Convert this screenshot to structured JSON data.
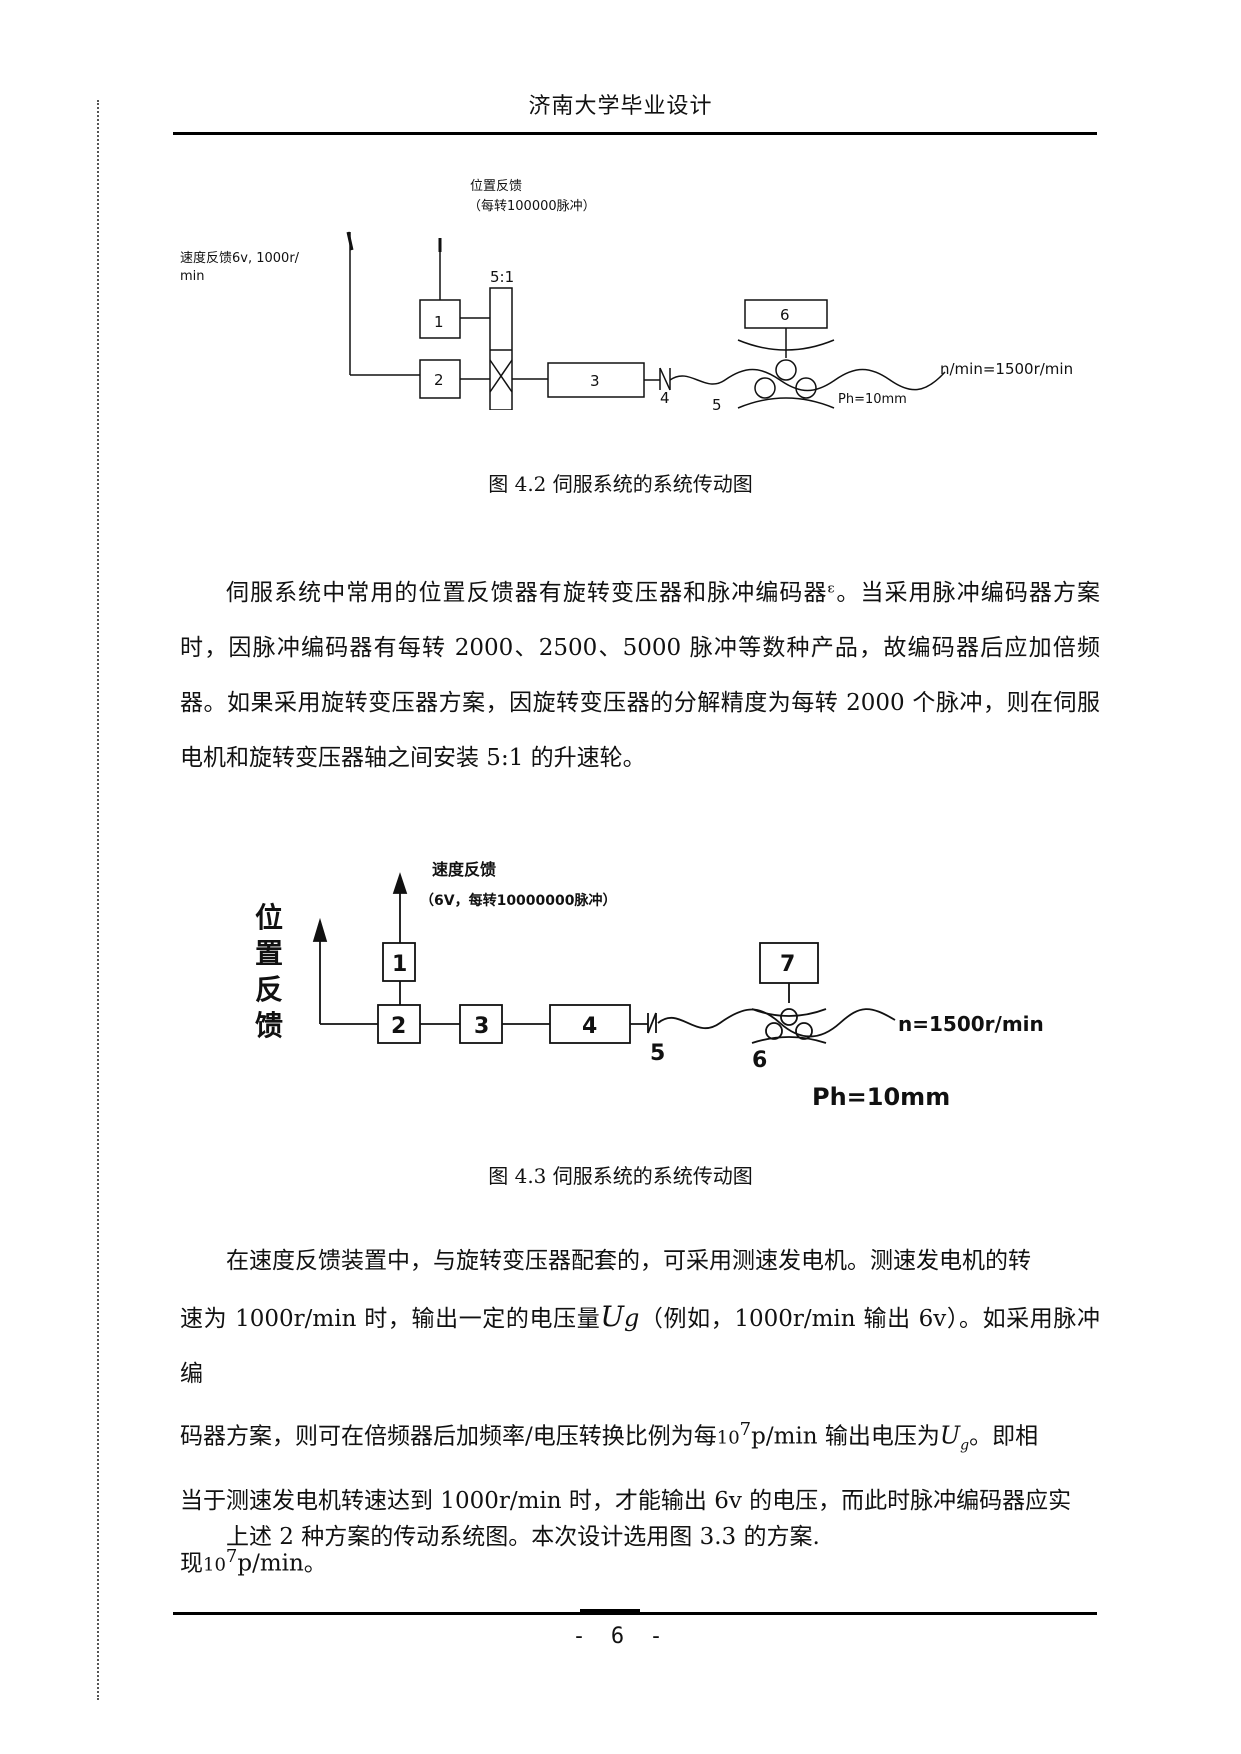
{
  "header": {
    "title": "济南大学毕业设计"
  },
  "figure1": {
    "label_position": "位置反馈",
    "label_position_sub": "（每转100000脉冲）",
    "label_speed_1": "速度反馈6v, 1000r/",
    "label_speed_2": "min",
    "label_ratio": "5:1",
    "box_1": "1",
    "box_2": "2",
    "box_3": "3",
    "box_6": "6",
    "label_4": "4",
    "label_5": "5",
    "label_speed_out": "n/min=1500r/min",
    "label_ph": "Ph=10mm",
    "caption": "图 4.2  伺服系统的系统传动图"
  },
  "para1": "伺服系统中常用的位置反馈器有旋转变压器和脉冲编码器ᵋ。当采用脉冲编码器方案时，因脉冲编码器有每转 2000、2500、5000 脉冲等数种产品，故编码器后应加倍频器。如果采用旋转变压器方案，因旋转变压器的分解精度为每转 2000 个脉冲，则在伺服电机和旋转变压器轴之间安装 5:1 的升速轮。",
  "figure2": {
    "label_speed_fb": "速度反馈",
    "label_speed_fb_sub": "（6V，每转10000000脉冲）",
    "label_position_chars": [
      "位",
      "置",
      "反",
      "馈"
    ],
    "box_1": "1",
    "box_2": "2",
    "box_3": "3",
    "box_4": "4",
    "box_7": "7",
    "label_5": "5",
    "label_6": "6",
    "label_speed_out": "n=1500r/min",
    "label_ph": "Ph=10mm",
    "caption": "图 4.3  伺服系统的系统传动图"
  },
  "para2": {
    "line1": "在速度反馈装置中，与旋转变压器配套的，可采用测速发电机。测速发电机的转",
    "line2_a": "速为 1000r/min 时，输出一定的电压量",
    "var_U": "U",
    "var_g": "g",
    "line2_b": "（例如，1000r/min 输出 6v）。如采用脉冲编",
    "line3_a": "码器方案，则可在倍频器后加频率/电压转换比例为每",
    "pow_base": "10",
    "pow_exp": "7",
    "line3_b": "p/min 输出电压为",
    "line3_c": "。即相",
    "line4": "当于测速发电机转速达到 1000r/min 时，才能输出 6v 的电压，而此时脉冲编码器应实",
    "line5_a": "现",
    "line5_b": "p/min。"
  },
  "para3": "上述 2 种方案的传动系统图。本次设计选用图 3.3 的方案.",
  "footer": {
    "page_number": "- 6 -"
  }
}
